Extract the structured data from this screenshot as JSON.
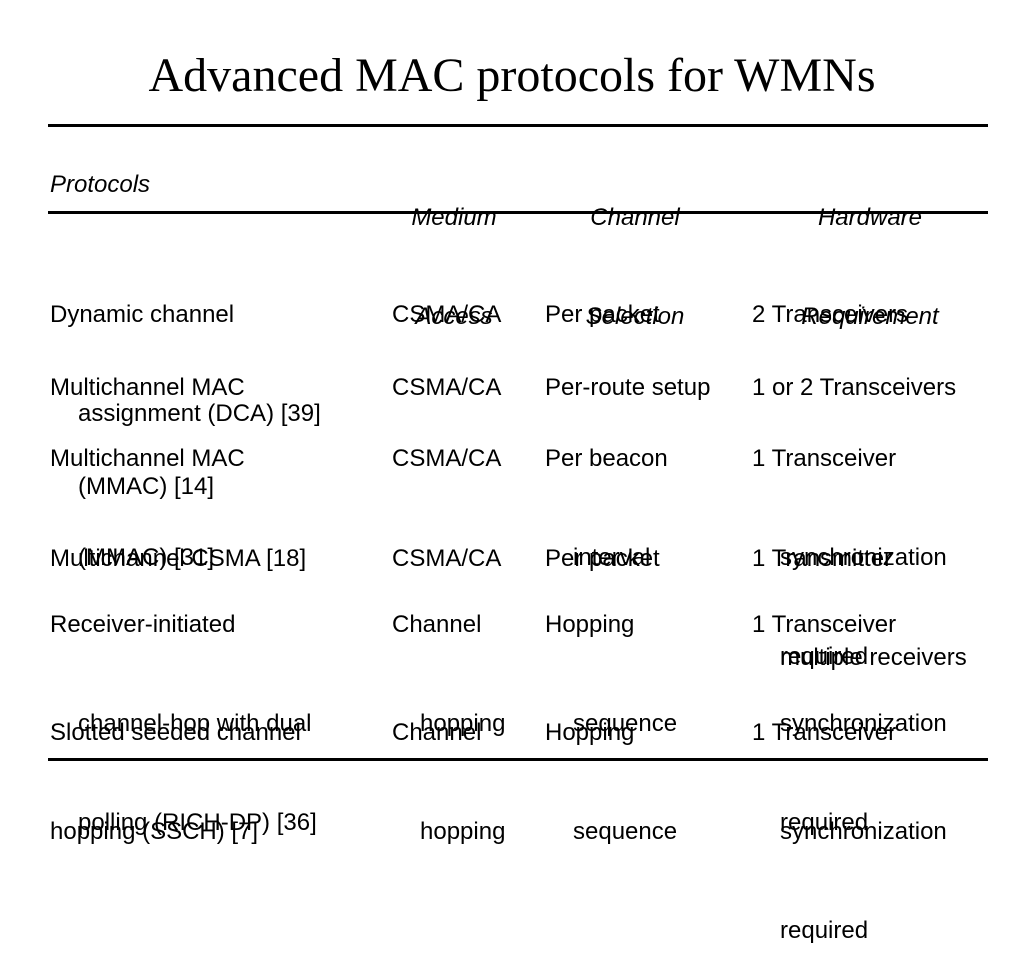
{
  "title": "Advanced MAC protocols for WMNs",
  "table": {
    "headers": {
      "protocols": "Protocols",
      "medium_access": [
        "Medium",
        "Access"
      ],
      "channel_selection": [
        "Channel",
        "Selection"
      ],
      "hardware_requirement": [
        "Hardware",
        "Requirement"
      ]
    },
    "rows": [
      {
        "protocol": [
          "Dynamic channel",
          "assignment (DCA) [39]"
        ],
        "access": [
          "CSMA/CA"
        ],
        "channel": [
          "Per packet"
        ],
        "hardware": [
          "2 Transceivers"
        ]
      },
      {
        "protocol": [
          "Multichannel MAC",
          "(MMAC) [14]"
        ],
        "access": [
          "CSMA/CA"
        ],
        "channel": [
          "Per-route setup"
        ],
        "hardware": [
          "1 or 2 Transceivers"
        ]
      },
      {
        "protocol": [
          "Multichannel MAC",
          "(MMAC) [31]"
        ],
        "access": [
          "CSMA/CA"
        ],
        "channel": [
          "Per beacon",
          "interval"
        ],
        "hardware": [
          "1 Transceiver",
          "synchronization",
          "required"
        ]
      },
      {
        "protocol": [
          "Multichannel CSMA [18]"
        ],
        "access": [
          "CSMA/CA"
        ],
        "channel": [
          "Per packet"
        ],
        "hardware": [
          "1 Transmitter",
          "multiple receivers"
        ]
      },
      {
        "protocol": [
          "Receiver-initiated",
          "channel-hop with dual",
          "polling (RICH-DP) [36]"
        ],
        "access": [
          "Channel",
          "hopping"
        ],
        "channel": [
          "Hopping",
          "sequence"
        ],
        "hardware": [
          "1 Transceiver",
          "synchronization",
          "required"
        ]
      },
      {
        "protocol": [
          "Slotted seeded channel",
          "hopping (SSCH) [7]"
        ],
        "access": [
          "Channel",
          "hopping"
        ],
        "channel": [
          "Hopping",
          "sequence"
        ],
        "hardware": [
          "1 Transceiver",
          "synchronization",
          "required"
        ]
      }
    ]
  }
}
